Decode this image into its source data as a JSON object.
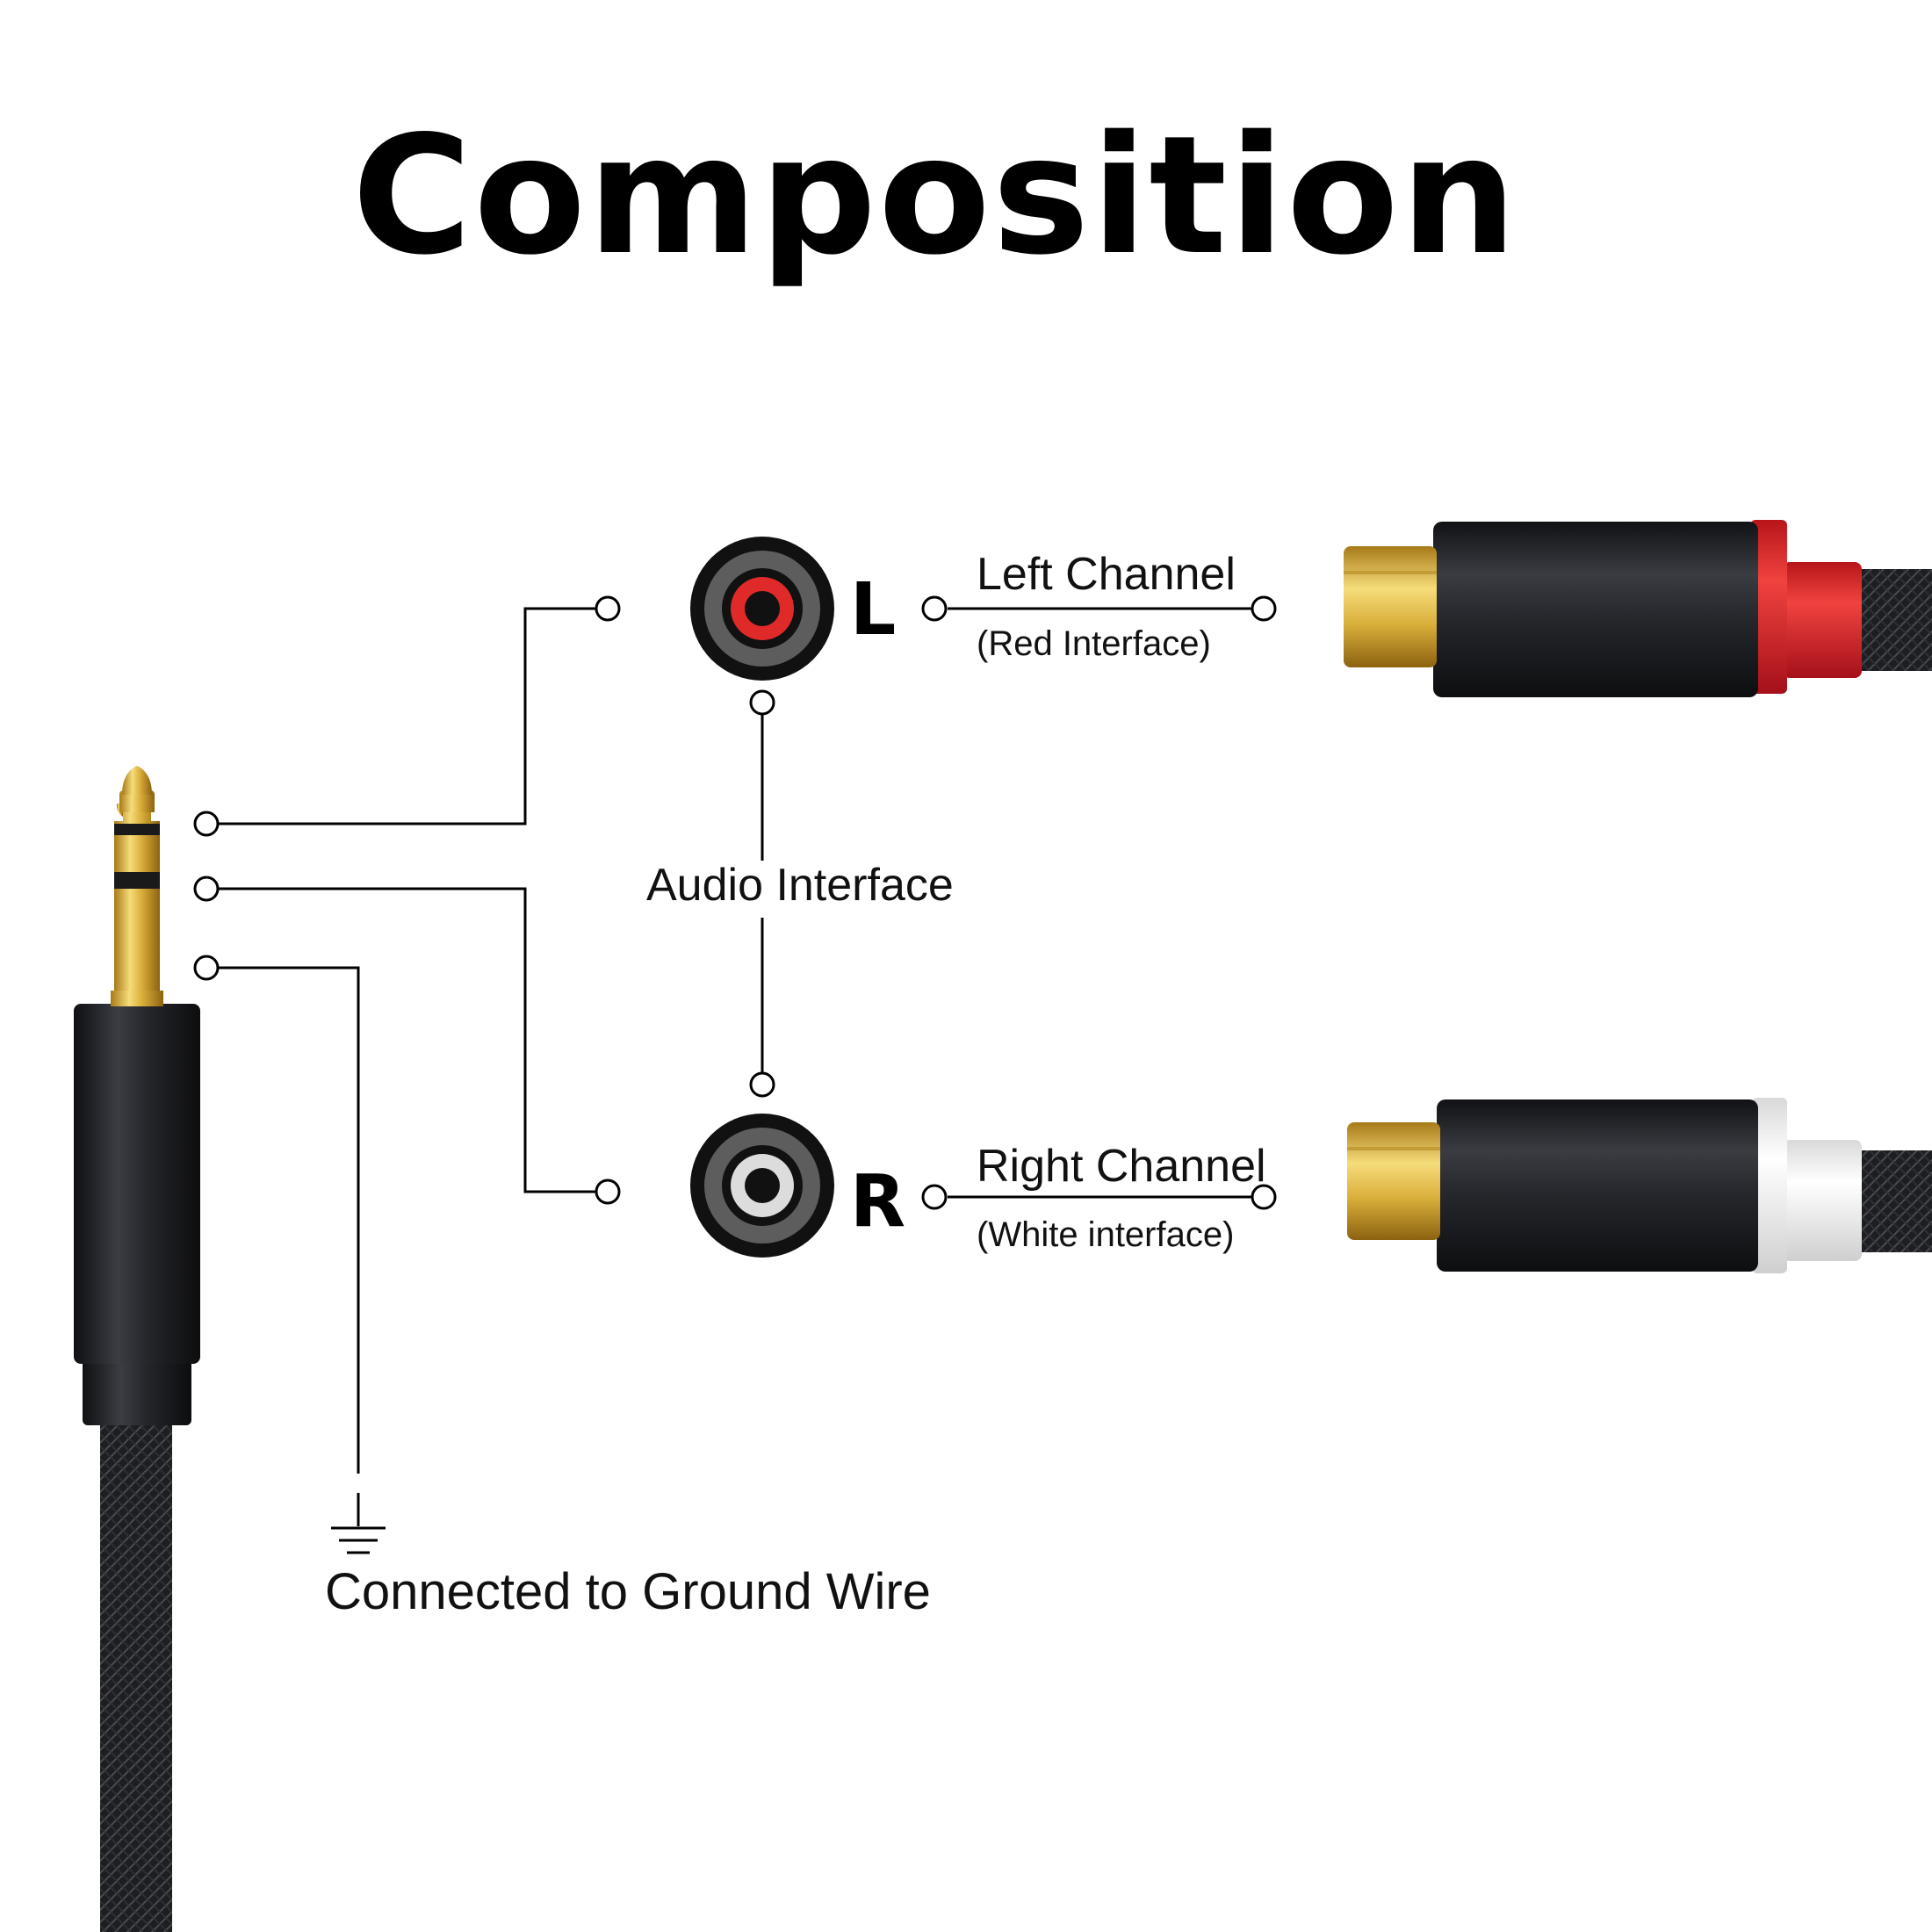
{
  "title": "Composition",
  "left": {
    "letter": "L",
    "channel": "Left Channel",
    "interface": "(Red Interface)",
    "color": "#e02a2a"
  },
  "right": {
    "letter": "R",
    "channel": "Right Channel",
    "interface": "(White interface)",
    "color": "#ffffff"
  },
  "audio_interface": "Audio Interface",
  "ground": "Connected to Ground Wire",
  "colors": {
    "gold": "#d9b23a",
    "housing": "#1b1c20",
    "line": "#000000"
  }
}
